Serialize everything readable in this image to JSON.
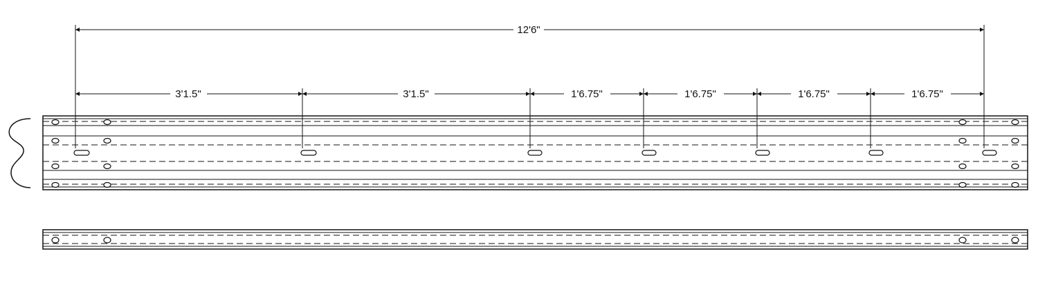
{
  "drawing": {
    "overall_dimension": "12'6\"",
    "segment_dimensions": [
      "3'1.5\"",
      "3'1.5\"",
      "1'6.75\"",
      "1'6.75\"",
      "1'6.75\"",
      "1'6.75\""
    ],
    "line_color": "#111111",
    "background": "#ffffff"
  }
}
